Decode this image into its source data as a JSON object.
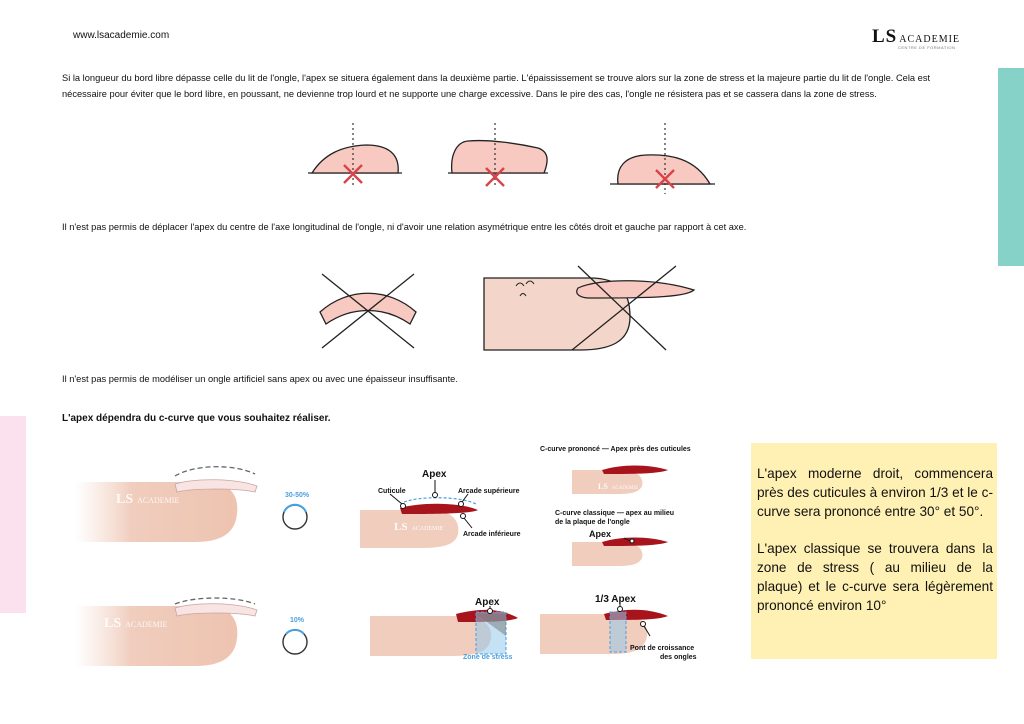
{
  "header": {
    "url": "www.lsacademie.com",
    "logo_ls": "LS",
    "logo_academie": "ACADEMIE",
    "logo_sub": "CENTRE DE FORMATION"
  },
  "paragraphs": {
    "p1": "Si la longueur du bord libre dépasse celle du lit de l'ongle, l'apex se situera également dans la deuxième partie. L'épaississement se trouve alors sur la zone de stress et la majeure partie du lit de l'ongle. Cela est nécessaire pour éviter que le bord libre, en poussant, ne devienne trop lourd et ne supporte une charge excessive. Dans le pire des cas, l'ongle ne résistera pas et se cassera dans la zone de stress.",
    "p2": "Il n'est pas permis de déplacer l'apex du centre de l'axe longitudinal de l'ongle, ni d'avoir une relation asymétrique entre les côtés droit et gauche par rapport à cet axe.",
    "p3": "Il n'est pas permis de modéliser un ongle artificiel sans apex ou avec une épaisseur insuffisante."
  },
  "section_heading": "L'apex dépendra du c-curve que vous souhaitez réaliser.",
  "diagram_labels": {
    "percent_high": "30-50%",
    "percent_low": "10%",
    "apex": "Apex",
    "cuticule": "Cuticule",
    "arcade_sup": "Arcade supérieure",
    "arcade_inf": "Arcade inférieure",
    "ccurve_prononce": "C-curve prononcé — Apex près des cuticules",
    "ccurve_classique_1": "C-curve classique — apex au milieu",
    "ccurve_classique_2": "de la plaque de l'ongle",
    "apex_small": "Apex",
    "apex_2": "Apex",
    "zone_stress": "Zone de stress",
    "one_third_apex": "1/3 Apex",
    "pont_1": "Pont de croissance",
    "pont_2": "des ongles",
    "wm_ls": "LS",
    "wm_academie": "ACADEMIE"
  },
  "info_box": {
    "text1": "L'apex moderne droit, commencera près des cuticules à environ 1/3 et le c-curve sera prononcé entre 30° et 50°.",
    "text2": "L'apex classique se trouvera dans la zone de stress ( au milieu de la plaque) et le c-curve sera légèrement prononcé environ 10°"
  },
  "colors": {
    "teal": "#87d2c8",
    "pink_side": "#fbe0ee",
    "nail_pink": "#f7c9c0",
    "cross_red": "#d9434a",
    "yellow_box": "#fff1b3",
    "nail_red": "#a8141c",
    "skin": "#f3d6c9"
  }
}
